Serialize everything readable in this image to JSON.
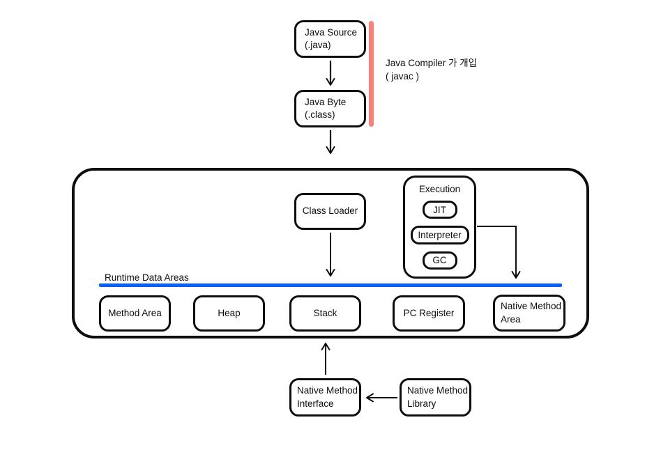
{
  "nodes": {
    "java_source": {
      "line1": "Java Source",
      "line2": "(.java)"
    },
    "java_byte": {
      "line1": "Java Byte",
      "line2": "(.class)"
    },
    "class_loader": {
      "label": "Class Loader"
    },
    "execution": {
      "title": "Execution",
      "children": [
        "JIT",
        "Interpreter",
        "GC"
      ]
    },
    "method_area": {
      "label": "Method Area"
    },
    "heap": {
      "label": "Heap"
    },
    "stack": {
      "label": "Stack"
    },
    "pc_register": {
      "label": "PC Register"
    },
    "native_method_area": {
      "line1": "Native Method",
      "line2": "Area"
    },
    "native_method_interface": {
      "line1": "Native Method",
      "line2": "Interface"
    },
    "native_method_library": {
      "line1": "Native Method",
      "line2": "Library"
    }
  },
  "annotations": {
    "compiler_note": {
      "line1": "Java Compiler 가 개입",
      "line2": "( javac )"
    },
    "runtime_data_areas": "Runtime Data Areas"
  },
  "colors": {
    "stroke_black": "#0d0d0d",
    "compiler_bar_red": "#f8827a",
    "runtime_divider_blue": "#0561fa"
  }
}
